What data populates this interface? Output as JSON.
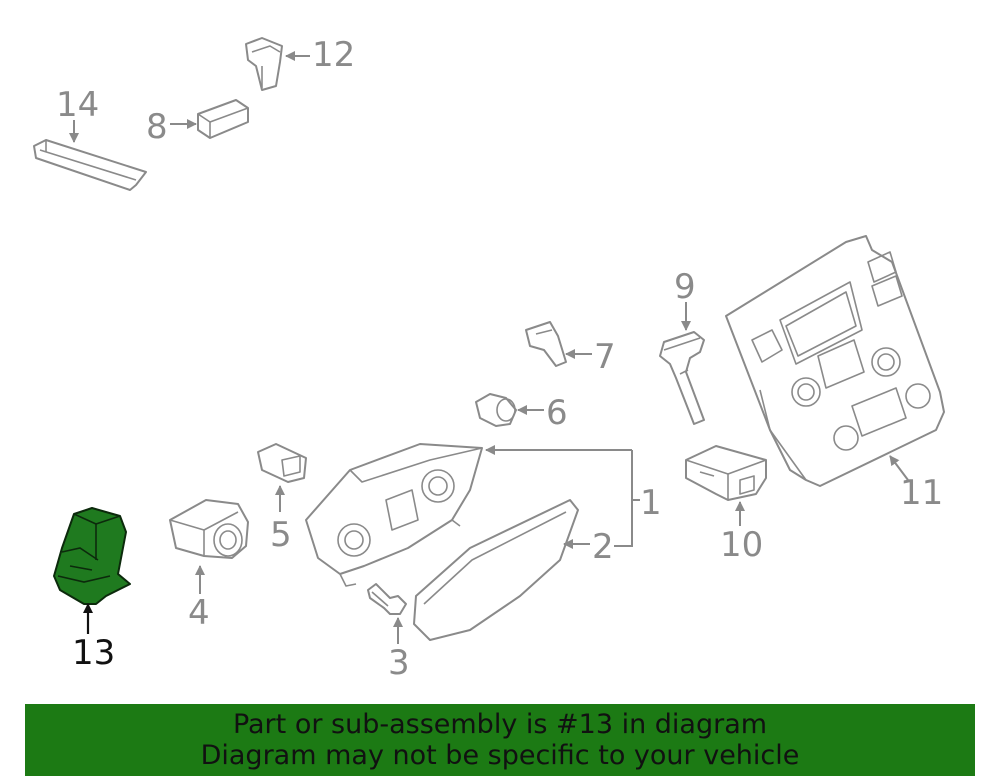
{
  "callouts": {
    "p1": "1",
    "p2": "2",
    "p3": "3",
    "p4": "4",
    "p5": "5",
    "p6": "6",
    "p7": "7",
    "p8": "8",
    "p9": "9",
    "p10": "10",
    "p11": "11",
    "p12": "12",
    "p13": "13",
    "p14": "14"
  },
  "highlighted_part": "13",
  "colors": {
    "outline": "#8a8a8a",
    "highlight_fill": "#1f7a1f",
    "banner_bg": "#1c7a14",
    "banner_text": "#111111"
  },
  "banner": {
    "line1": "Part or sub-assembly is #13 in diagram",
    "line2": "Diagram may not be specific to your vehicle"
  }
}
